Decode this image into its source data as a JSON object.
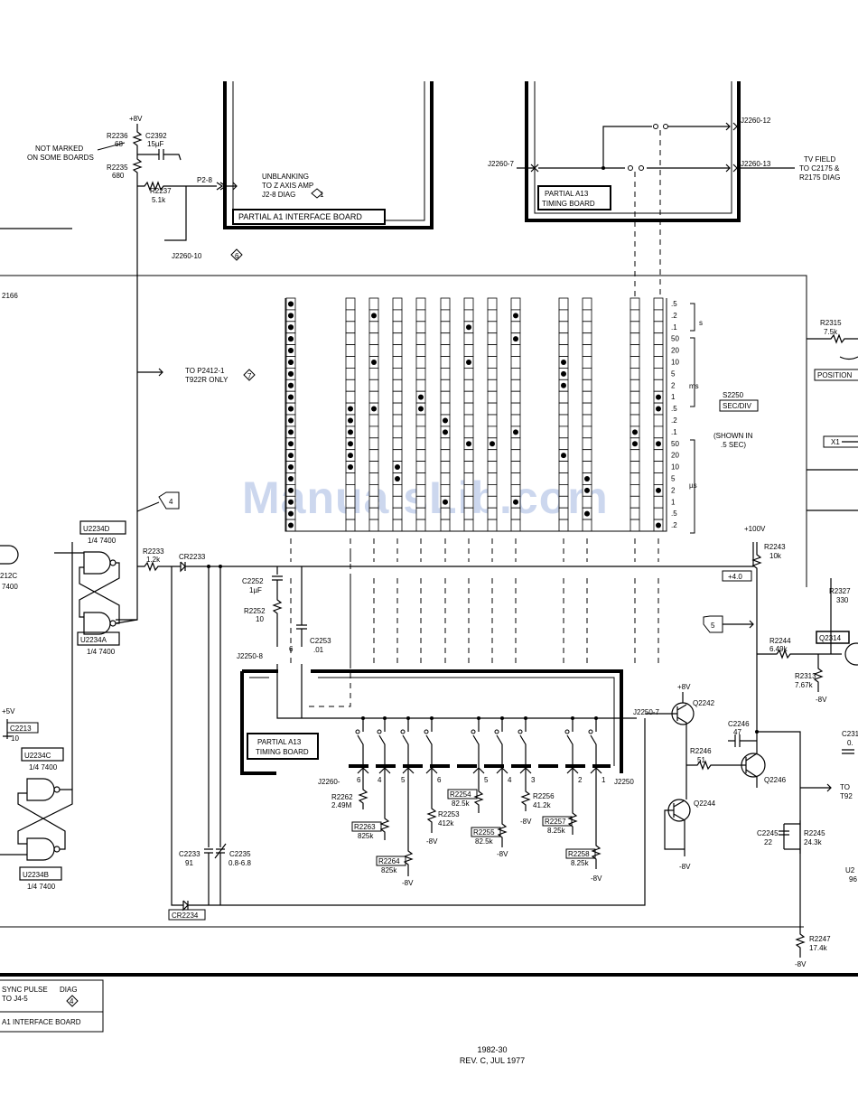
{
  "labels": {
    "plus8v_top": "+8V",
    "r2236": "R2236",
    "r2236_val": "68",
    "c2392": "C2392",
    "c2392_val": "15µF",
    "not_marked_1": "NOT MARKED",
    "not_marked_2": "ON SOME BOARDS",
    "r2235": "R2235",
    "r2235_val": "680",
    "r2237": "R2237",
    "r2237_val": "5.1k",
    "p28": "P2-8",
    "unblank_1": "UNBLANKING",
    "unblank_2": "TO Z AXIS AMP",
    "unblank_3": "J2-8 DIAG",
    "unblank_diag": "1",
    "partial_a1_box": "PARTIAL A1 INTERFACE BOARD",
    "j2260_10": "J2260-10",
    "j2260_10_diag": "6",
    "j2260_7": "J2260-7",
    "partial_a13_top_1": "PARTIAL A13",
    "partial_a13_top_2": "TIMING BOARD",
    "j2260_12": "J2260-12",
    "j2260_13": "J2260-13",
    "tvfield_1": "TV FIELD",
    "tvfield_2": "TO C2175 &",
    "tvfield_3": "R2175 DIAG",
    "to_p2412_1": "TO P2412-1",
    "to_p2412_2": "T922R ONLY",
    "to_p2412_diag": "7",
    "r2166": "2166",
    "s2250": "S2250",
    "sec_div": "SEC/DIV",
    "shown_in_1": "(SHOWN IN",
    "shown_in_2": ".5 SEC)",
    "unit_s": "s",
    "unit_ms": "ms",
    "unit_us": "µs",
    "r2315": "R2315",
    "r2315_val": "7.5k",
    "position": "POSITION",
    "x1": "X1",
    "callout_4": "4",
    "callout_5": "5",
    "u2234d": "U2234D",
    "u2234d_sub": "1/4 7400",
    "u2234a": "U2234A",
    "u2234a_sub": "1/4 7400",
    "u2234c": "U2234C",
    "u2234c_sub": "1/4 7400",
    "u2234b": "U2234B",
    "u2234b_sub": "1/4 7400",
    "u212c": "212C",
    "u212c_sub": "7400",
    "plus5v": "+5V",
    "c2213": "C2213",
    "c2213_val": "10",
    "r2233": "R2233",
    "r2233_val": "1.2k",
    "cr2233": "CR2233",
    "cr2234": "CR2234",
    "c2233": "C2233",
    "c2233_val": "91",
    "c2235": "C2235",
    "c2235_val": "0.8-6.8",
    "c2252": "C2252",
    "c2252_val": "1µF",
    "r2252": "R2252",
    "r2252_val": "10",
    "c2253": "C2253",
    "c2253_val": ".01",
    "j2250_8": "J2250-8",
    "j2250_7": "J2250-7",
    "partial_a13_low_1": "PARTIAL A13",
    "partial_a13_low_2": "TIMING BOARD",
    "j2260_low": "J2260-",
    "j2250_low": "J2250",
    "pin6": "6",
    "pin4": "4",
    "pin5": "5",
    "pin6b": "6",
    "pin5b": "5",
    "pin4b": "4",
    "pin3": "3",
    "pin2": "2",
    "pin1": "1",
    "r2262": "R2262",
    "r2262_val": "2.49M",
    "r2263": "R2263",
    "r2263_val": "825k",
    "r2264": "R2264",
    "r2264_val": "825k",
    "r2253": "R2253",
    "r2253_val": "412k",
    "r2254": "R2254",
    "r2254_val": "82.5k",
    "r2255": "R2255",
    "r2255_val": "82.5k",
    "r2256": "R2256",
    "r2256_val": "41.2k",
    "r2257": "R2257",
    "r2257_val": "8.25k",
    "r2258": "R2258",
    "r2258_val": "8.25k",
    "minus8v": "-8V",
    "plus8v_q": "+8V",
    "q2242": "Q2242",
    "q2244": "Q2244",
    "q2246": "Q2246",
    "r2246": "R2246",
    "r2246_val": "51",
    "c2246": "C2246",
    "c2246_val": "47",
    "c2245": "C2245",
    "c2245_val": "22",
    "r2245": "R2245",
    "r2245_val": "24.3k",
    "plus100v": "+100V",
    "r2243": "R2243",
    "r2243_val": "10k",
    "plus40": "+4.0",
    "r2327": "R2327",
    "r2327_val": "330",
    "q2314": "Q2314",
    "r2244": "R2244",
    "r2244_val": "6.49k",
    "r2313": "R2313",
    "r2313_val": "7.67k",
    "c231": "C231",
    "c231_val": "0.",
    "to_right_1": "TO",
    "to_right_2": "T92",
    "u2_right": "U2",
    "u2_right_2": "96",
    "r2247": "R2247",
    "r2247_val": "17.4k",
    "sync_1": "SYNC PULSE",
    "sync_2": "TO J4-5",
    "sync_diag": "DIAG",
    "sync_diag_num": "4",
    "a1_bottom": "A1 INTERFACE BOARD",
    "watermark": "ManualsLib.com"
  },
  "footer": {
    "line1": "1982-30",
    "line2": "REV. C, JUL 1977"
  },
  "switch_matrix": {
    "range_labels": [
      ".5",
      ".2",
      ".1",
      "50",
      "20",
      "10",
      "5",
      "2",
      "1",
      ".5",
      ".2",
      ".1",
      "50",
      "20",
      "10",
      "5",
      "2",
      "1",
      ".5",
      ".2"
    ],
    "dot_rows": [
      [
        0,
        1,
        2,
        3,
        4,
        5,
        6,
        7,
        8,
        9
      ],
      [
        9,
        10,
        11,
        12,
        13,
        14
      ],
      [
        1,
        5,
        9
      ],
      [
        14,
        15
      ],
      [
        8,
        9
      ],
      [
        10,
        11,
        17
      ],
      [
        2,
        5,
        12
      ],
      [
        12
      ],
      [
        1,
        3,
        11,
        17
      ],
      [
        5,
        6,
        7,
        13
      ],
      [
        15,
        16,
        18
      ],
      [
        11,
        12
      ],
      [
        8,
        9,
        12,
        16,
        19
      ],
      [
        0,
        1,
        2,
        3,
        4,
        5,
        6,
        7,
        8,
        9,
        10,
        11,
        12,
        13,
        14,
        15,
        16,
        17,
        18,
        19
      ]
    ]
  }
}
